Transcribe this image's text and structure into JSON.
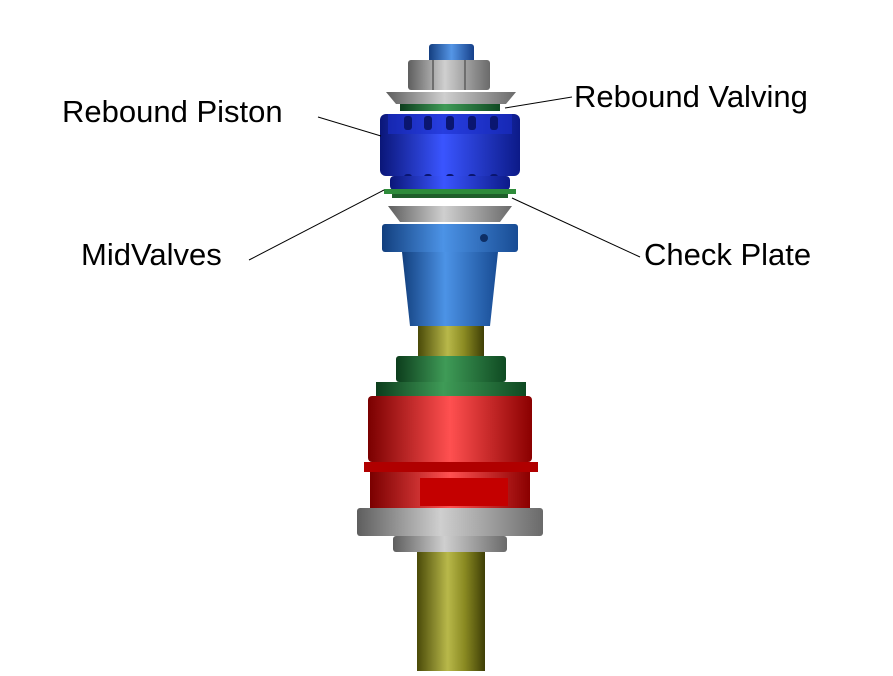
{
  "labels": {
    "rebound_piston": "Rebound Piston",
    "rebound_valving": "Rebound Valving",
    "midvalves": "MidValves",
    "check_plate": "Check Plate"
  },
  "colors": {
    "background": "#ffffff",
    "shaft": "#8a8a1e",
    "bolt_head": "#9a9a9a",
    "stud_tip": "#2f6fc0",
    "piston": "#1a2fcc",
    "valve_shims": "#2e8b3a",
    "spacer": "#2f74c8",
    "green_collar": "#1f7a3e",
    "red_body": "#d81818",
    "gray_washer": "#8e8e8e",
    "leader_line": "#000000"
  }
}
